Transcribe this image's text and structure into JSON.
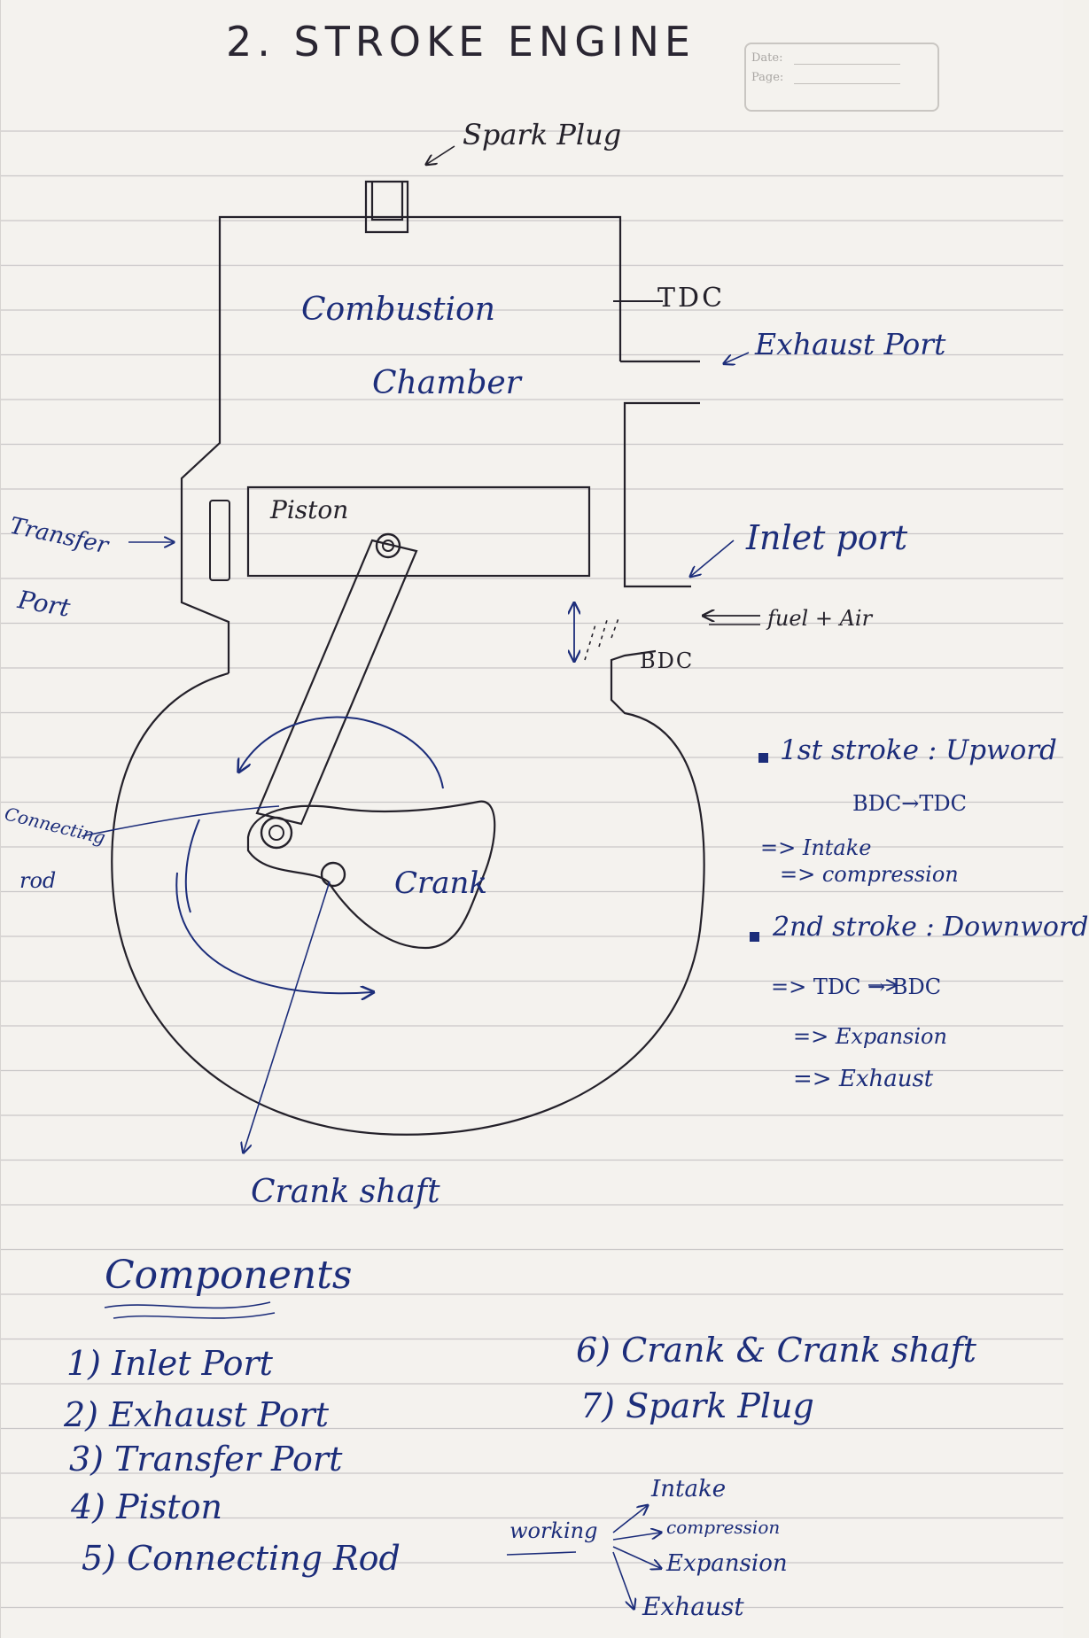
{
  "title": "2. STROKE ENGINE",
  "date_box": {
    "date_label": "Date:",
    "page_label": "Page:"
  },
  "diagram_labels": {
    "spark_plug": "Spark Plug",
    "tdc": "TDC",
    "exhaust_port": "Exhaust Port",
    "combustion": "Combustion",
    "chamber": "Chamber",
    "piston": "Piston",
    "transfer": "Transfer",
    "port": "Port",
    "inlet_port": "Inlet port",
    "fuel_air": "fuel + Air",
    "bdc": "BDC",
    "connecting": "Connecting",
    "rod": "rod",
    "crank": "Crank",
    "crank_shaft": "Crank shaft"
  },
  "strokes": [
    {
      "heading": "1st stroke : Upword",
      "direction": "BDC→TDC",
      "steps": [
        "=> Intake",
        "=> compression"
      ]
    },
    {
      "heading": "2nd stroke : Downword",
      "direction": "=> TDC → BDC",
      "steps": [
        "=> Expansion",
        "=> Exhaust"
      ]
    }
  ],
  "components": {
    "heading": "Components",
    "items": [
      "1) Inlet Port",
      "2) Exhaust Port",
      "3) Transfer Port",
      "4) Piston",
      "5) Connecting Rod",
      "6) Crank & Crank shaft",
      "7) Spark Plug"
    ]
  },
  "working": {
    "label": "working",
    "steps": [
      "Intake",
      "compression",
      "Expansion",
      "Exhaust"
    ]
  },
  "colors": {
    "ink_blue": "#1c2d7a",
    "ink_dark": "#24212a",
    "paper": "#f4f2ee",
    "rule": "#c5c3c4"
  }
}
